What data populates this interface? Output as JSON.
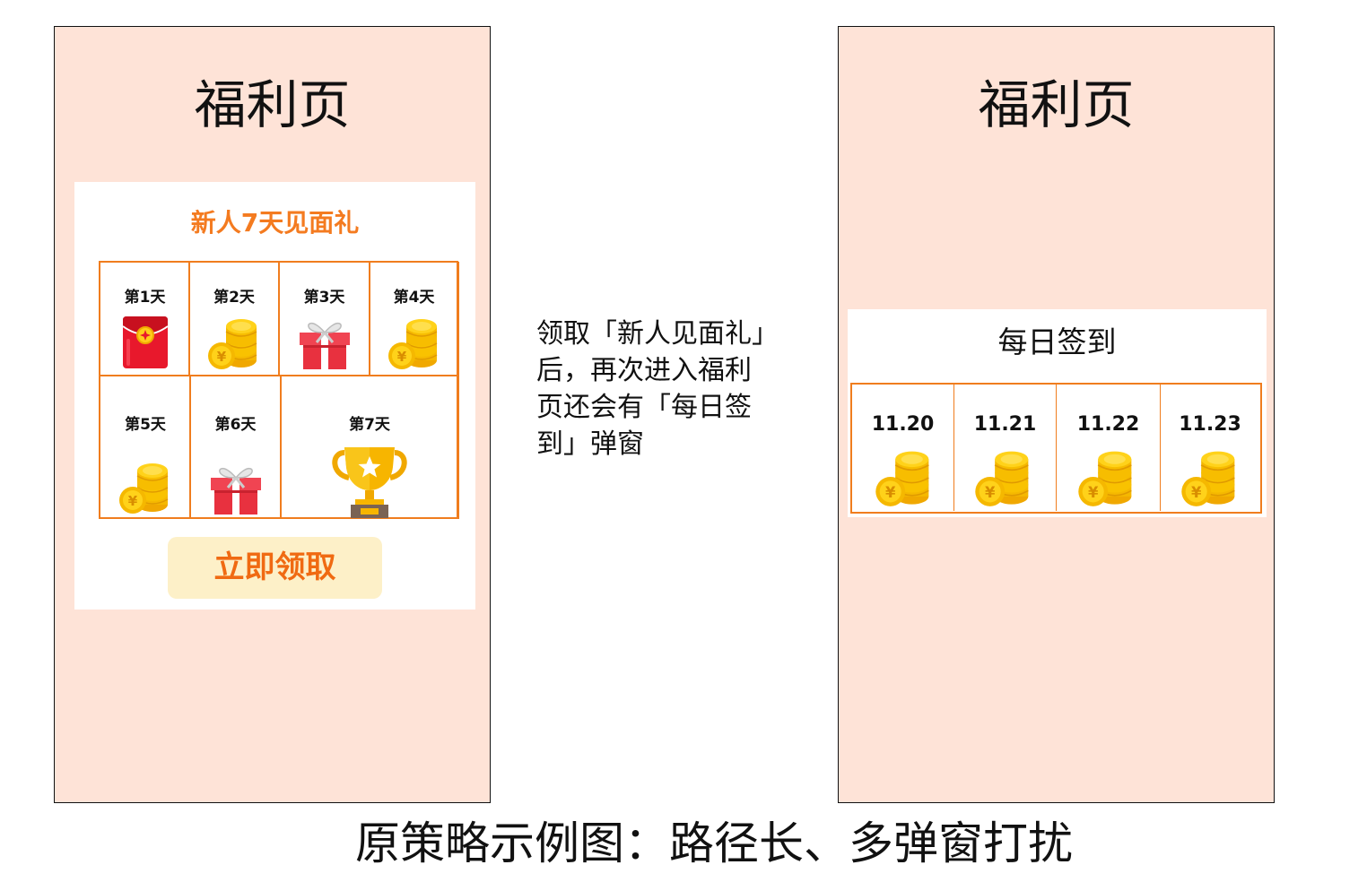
{
  "left_phone": {
    "title": "福利页",
    "popup": {
      "title": "新人7天见面礼",
      "days": [
        {
          "label": "第1天",
          "icon": "red-envelope-icon"
        },
        {
          "label": "第2天",
          "icon": "coins-icon"
        },
        {
          "label": "第3天",
          "icon": "gift-box-icon"
        },
        {
          "label": "第4天",
          "icon": "coins-icon"
        },
        {
          "label": "第5天",
          "icon": "coins-icon"
        },
        {
          "label": "第6天",
          "icon": "gift-box-icon"
        },
        {
          "label": "第7天",
          "icon": "trophy-icon"
        }
      ],
      "button_label": "立即领取"
    }
  },
  "note": {
    "lines": [
      "领取「新人见面礼」",
      "后，再次进入福利",
      "页还会有「每日签",
      "到」弹窗"
    ]
  },
  "right_phone": {
    "title": "福利页",
    "popup": {
      "title": "每日签到",
      "dates": [
        "11.20",
        "11.21",
        "11.22",
        "11.23"
      ]
    }
  },
  "caption": "原策略示例图：路径长、多弹窗打扰",
  "colors": {
    "phone_bg": "#fee3d7",
    "accent_orange": "#f07d1e",
    "button_bg": "#fdf0c8",
    "button_text": "#f06a12"
  }
}
